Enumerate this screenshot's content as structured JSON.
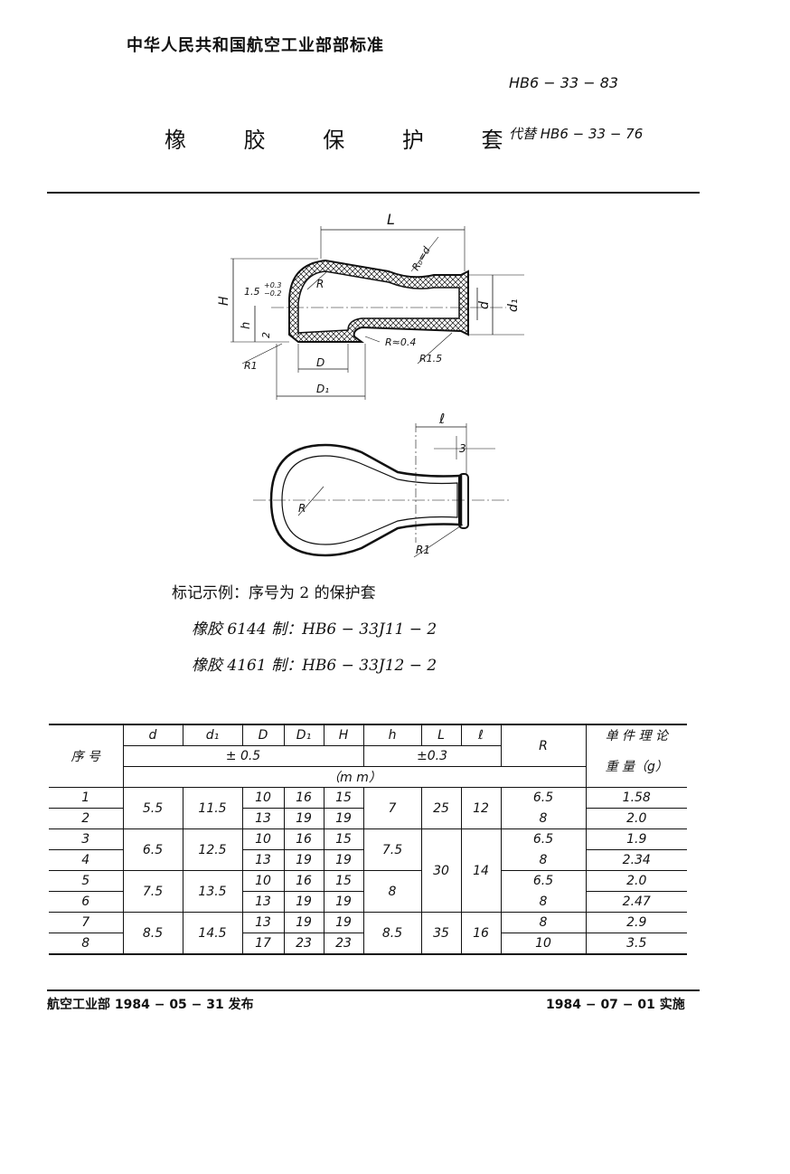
{
  "header": {
    "ministry": "中华人民共和国航空工业部部标准",
    "standard_no": "HB6 − 33 − 83",
    "title": "橡 胶 保 护 套",
    "replaces": "代替 HB6 − 33 − 76"
  },
  "drawing": {
    "dims": {
      "L": "L",
      "H": "H",
      "h": "h",
      "tol": "1.5",
      "tol_up": "+0.3",
      "tol_dn": "−0.2",
      "two": "2",
      "R": "R",
      "R0": "R₀=d",
      "d": "d",
      "d1": "d₁",
      "D": "D",
      "D1": "D₁",
      "R04": "R≈0.4",
      "R15": "R1.5",
      "R1a": "R1",
      "l": "ℓ",
      "three": "3",
      "R2": "R",
      "R1b": "R1"
    }
  },
  "marking": {
    "heading": "标记示例：序号为 2 的保护套",
    "line1": "橡胶 6144 制：HB6 − 33J11 − 2",
    "line2": "橡胶 4161 制：HB6 − 33J12 − 2"
  },
  "table": {
    "headers": {
      "seq": "序  号",
      "d": "d",
      "d1": "d₁",
      "D": "D",
      "D1": "D₁",
      "H": "H",
      "h": "h",
      "L": "L",
      "l": "ℓ",
      "R": "R",
      "weight1": "单 件 理 论",
      "weight2": "重 量（g）",
      "tol1": "± 0.5",
      "tol2": "±0.3",
      "unit": "（m m）"
    },
    "rows": [
      {
        "no": "1",
        "D": "10",
        "D1": "16",
        "H": "15",
        "R": "6.5",
        "w": "1.58"
      },
      {
        "no": "2",
        "D": "13",
        "D1": "19",
        "H": "19",
        "R": "8",
        "w": "2.0"
      },
      {
        "no": "3",
        "D": "10",
        "D1": "16",
        "H": "15",
        "R": "6.5",
        "w": "1.9"
      },
      {
        "no": "4",
        "D": "13",
        "D1": "19",
        "H": "19",
        "R": "8",
        "w": "2.34"
      },
      {
        "no": "5",
        "D": "10",
        "D1": "16",
        "H": "15",
        "R": "6.5",
        "w": "2.0"
      },
      {
        "no": "6",
        "D": "13",
        "D1": "19",
        "H": "19",
        "R": "8",
        "w": "2.47"
      },
      {
        "no": "7",
        "D": "13",
        "D1": "19",
        "H": "19",
        "R": "8",
        "w": "2.9"
      },
      {
        "no": "8",
        "D": "17",
        "D1": "23",
        "H": "23",
        "R": "10",
        "w": "3.5"
      }
    ],
    "merged": {
      "d_1": "5.5",
      "d_2": "6.5",
      "d_3": "7.5",
      "d_4": "8.5",
      "d1_1": "11.5",
      "d1_2": "12.5",
      "d1_3": "13.5",
      "d1_4": "14.5",
      "h_1": "7",
      "h_2": "7.5",
      "h_3": "8",
      "h_4": "8.5",
      "L_1": "25",
      "L_2": "30",
      "L_3": "35",
      "l_1": "12",
      "l_2": "14",
      "l_3": "16"
    }
  },
  "footer": {
    "issue": "航空工业部 1984 − 05 − 31 发布",
    "effective": "1984 − 07 − 01  实施"
  }
}
